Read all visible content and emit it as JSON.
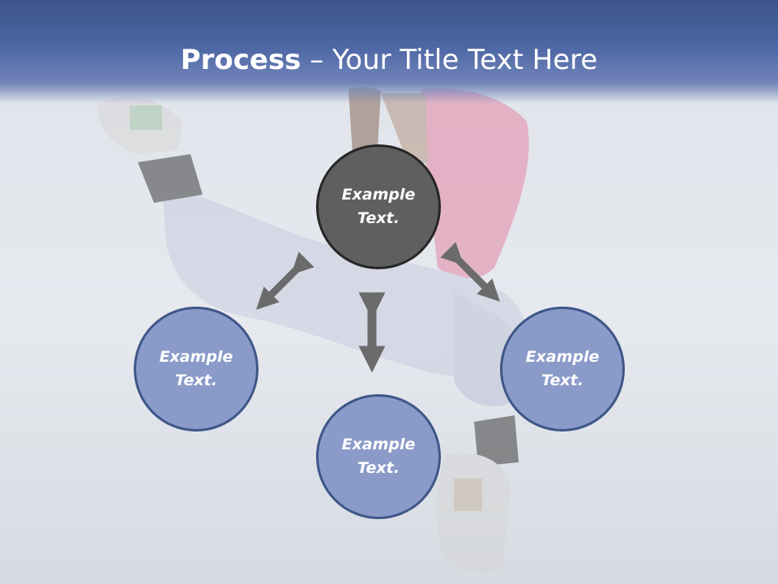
{
  "slide": {
    "title_bold": "Process",
    "title_rest": " – Your Title Text Here"
  },
  "diagram": {
    "center": {
      "label": "Example Text."
    },
    "left": {
      "label": "Example Text."
    },
    "right": {
      "label": "Example Text."
    },
    "bottom": {
      "label": "Example Text."
    }
  },
  "colors": {
    "title_bar": "#4d67a5",
    "center_fill": "#5f5f5f",
    "center_border": "#262626",
    "node_fill": "#8a9bc9",
    "node_border": "#3f5688",
    "arrow": "#6b6b6b"
  },
  "icons": {
    "arrows": "double-headed-arrow-icon"
  }
}
